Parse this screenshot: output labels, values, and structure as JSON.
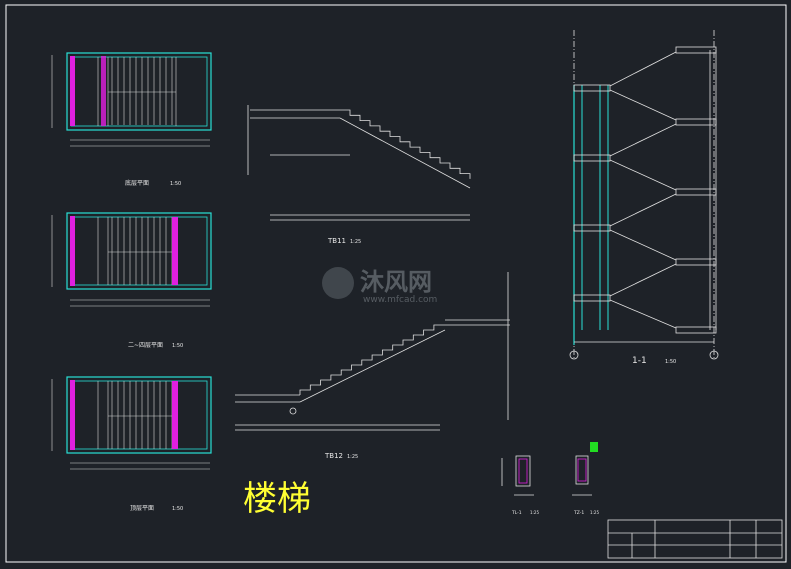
{
  "drawing": {
    "big_label": "楼梯",
    "watermark_brand": "沐风网",
    "watermark_url": "www.mfcad.com",
    "section_title": "1-1",
    "section_scale": "1:50",
    "tb11_title": "TB11",
    "tb11_scale": "1:25",
    "tb12_title": "TB12",
    "tb12_scale": "1:25",
    "plan_titles": [
      "底层平面",
      "二~四层平面",
      "顶层平面"
    ],
    "plan_scale": "1:50",
    "beam_label_1": "TL-1",
    "beam_label_2": "TZ-1",
    "detail_scale": "1:25"
  },
  "colors": {
    "background": "#1e2228",
    "frame": "#ffffff",
    "wall_cyan": "#29e0d6",
    "column_magenta": "#e020e0",
    "label_yellow": "#ffff33",
    "marker_green": "#22dd22"
  }
}
